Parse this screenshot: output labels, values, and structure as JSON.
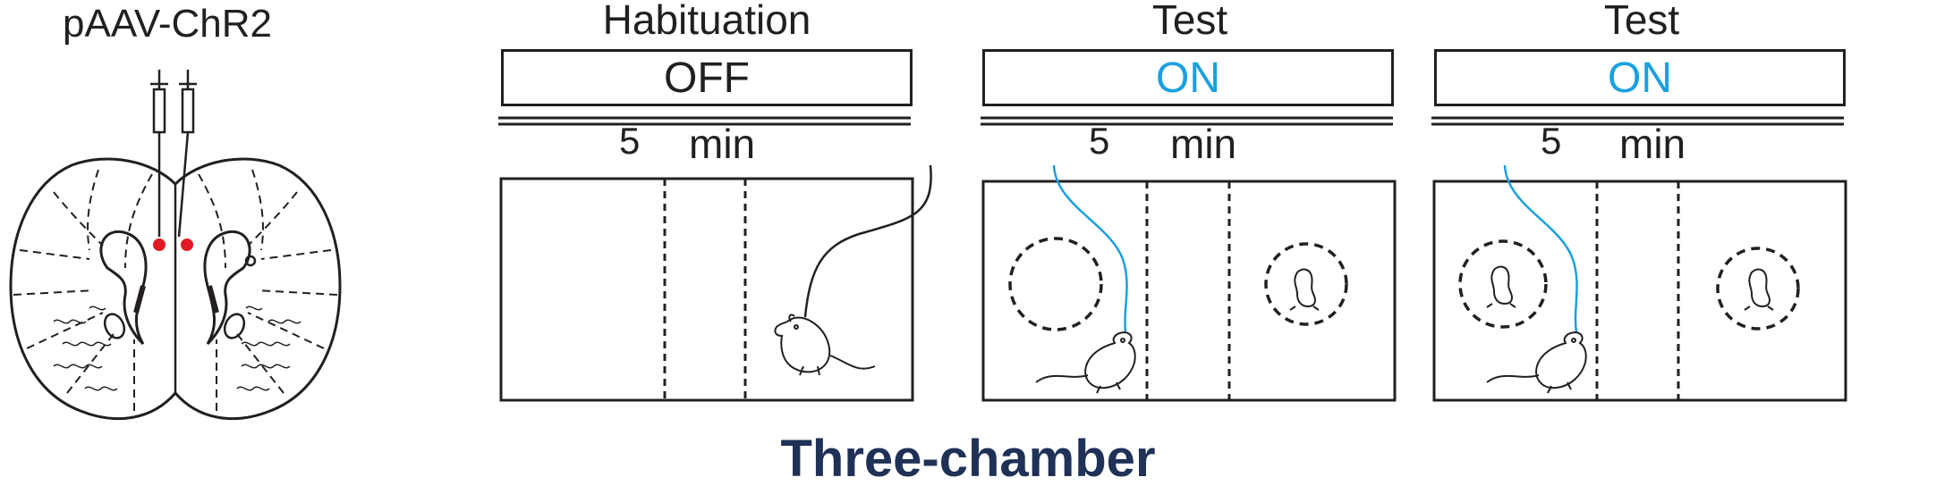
{
  "brain": {
    "construct_label": "pAAV-ChR2"
  },
  "phases": [
    {
      "title": "Habituation",
      "light_state": "OFF",
      "duration_value": "5",
      "duration_unit": "min"
    },
    {
      "title": "Test",
      "light_state": "ON",
      "duration_value": "5",
      "duration_unit": "min"
    },
    {
      "title": "Test",
      "light_state": "ON",
      "duration_value": "5",
      "duration_unit": "min"
    }
  ],
  "caption": "Three-chamber",
  "colors": {
    "line": "#231f20",
    "light_on": "#1aa0e0",
    "injection_site": "#e21b23",
    "caption": "#1f3157"
  },
  "icons": [
    "brain-section-icon",
    "optic-fiber-icon",
    "mouse-icon",
    "stranger-mouse-icon",
    "wire-cup-icon"
  ]
}
